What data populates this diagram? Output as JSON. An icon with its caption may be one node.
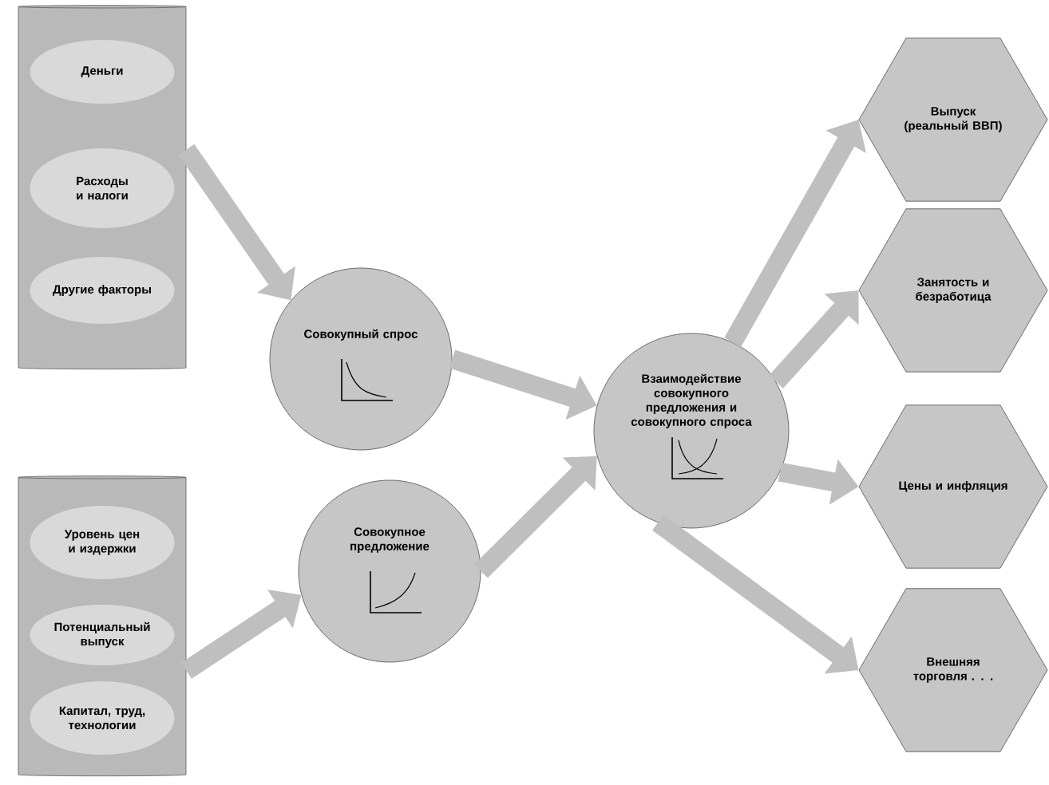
{
  "diagram": {
    "nodes": [
      {
        "text": [],
        "shape": "cylinder"
      },
      {
        "text": [
          "Деньги"
        ],
        "in": 0
      },
      {
        "text": [
          "Расходы и налоги"
        ],
        "in": 0
      },
      {
        "text": [
          "Другие факторы"
        ],
        "in": 0
      },
      {
        "text": [],
        "shape": "cylinder"
      },
      {
        "text": [
          "Уровень цен и издержки"
        ],
        "in": 4
      },
      {
        "text": [
          "Потенциальный выпуск"
        ],
        "in": 4
      },
      {
        "text": [
          "Капитал, труд, технологии"
        ],
        "in": 4
      },
      {
        "text": [
          "Совокупный спрос"
        ]
      },
      {
        "text": [
          "Совокупное предложение"
        ]
      },
      {
        "text": [
          "Взаимодействие совокупного предложения и совокупного спроса"
        ]
      },
      {
        "text": [
          "Выпуск (реальный ВВП)"
        ]
      },
      {
        "text": [
          "Занятость и безработица"
        ]
      },
      {
        "text": [
          "Цены и инфляция"
        ]
      },
      {
        "text": [
          "Внешняя торговля . . ."
        ]
      }
    ],
    "edges": [
      {
        "from": 0,
        "to": 8,
        "arrow": "to"
      },
      {
        "from": 4,
        "to": 9,
        "arrow": "to"
      },
      {
        "from": 8,
        "to": 10,
        "arrow": "to"
      },
      {
        "from": 9,
        "to": 10,
        "arrow": "to"
      },
      {
        "from": 10,
        "to": 11,
        "arrow": "to"
      },
      {
        "from": 10,
        "to": 12,
        "arrow": "to"
      },
      {
        "from": 10,
        "to": 13,
        "arrow": "to"
      },
      {
        "from": 10,
        "to": 14,
        "arrow": "to"
      }
    ]
  }
}
